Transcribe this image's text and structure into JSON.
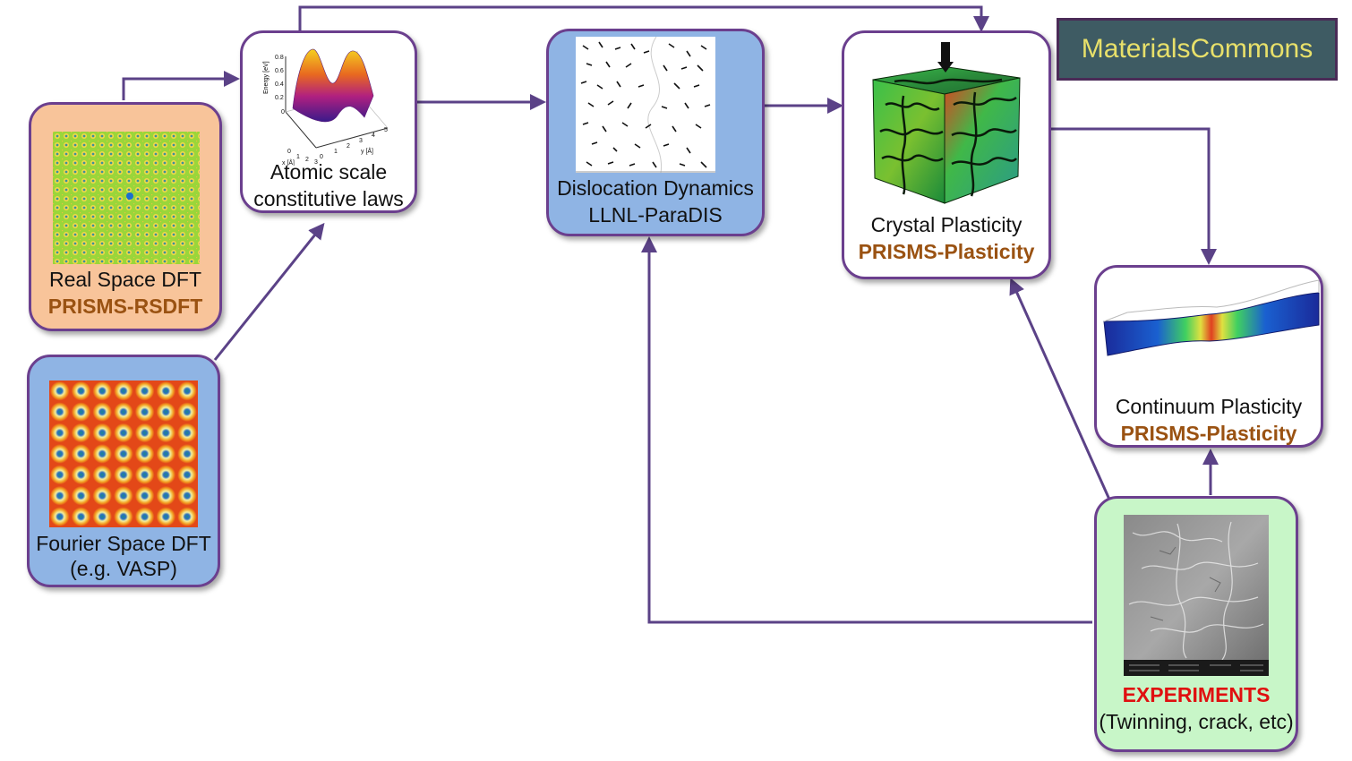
{
  "nodes": {
    "rsdft": {
      "line1": "Real Space DFT",
      "line2": "PRISMS-RSDFT",
      "fill": "#f8c49a"
    },
    "fsdft": {
      "line1": "Fourier Space DFT",
      "line2": "(e.g. VASP)",
      "fill": "#8fb4e4"
    },
    "atomic": {
      "line1": "Atomic scale",
      "line2": "constitutive laws",
      "fill": "#ffffff"
    },
    "dd": {
      "line1": "Dislocation Dynamics",
      "line2": "LLNL-ParaDIS",
      "fill": "#8fb4e4"
    },
    "cp": {
      "line1": "Crystal Plasticity",
      "line2": "PRISMS-Plasticity",
      "fill": "#ffffff"
    },
    "contp": {
      "line1": "Continuum Plasticity",
      "line2": "PRISMS-Plasticity",
      "fill": "#ffffff"
    },
    "exp": {
      "line1": "EXPERIMENTS",
      "line2": "(Twinning, crack, etc)",
      "fill": "#c8f6c8"
    }
  },
  "logo": {
    "text": "MaterialsCommons"
  },
  "plot": {
    "zlabel": "Energy [eV]",
    "zticks": [
      "0.8",
      "0.6",
      "0.4",
      "0.2",
      "0"
    ],
    "xlabel": "x [Å]",
    "ylabel": "y [Å]",
    "xticks": [
      "0",
      "1",
      "2",
      "3"
    ],
    "yticks": [
      "0",
      "1",
      "2",
      "3",
      "4",
      "5"
    ]
  },
  "colors": {
    "border": "#6b3f8e",
    "arrow": "#5b4287",
    "tool_text": "#9a5212",
    "experiment_text": "#e01010"
  }
}
